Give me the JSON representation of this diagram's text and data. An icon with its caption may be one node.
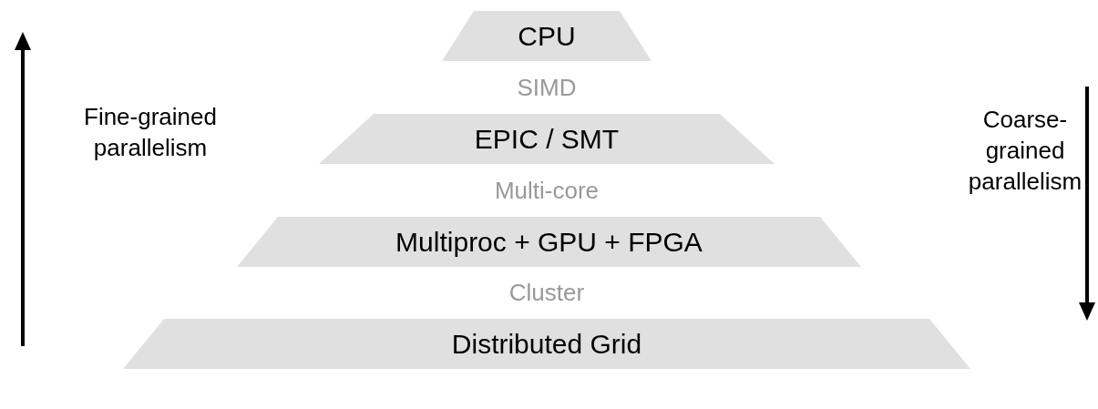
{
  "diagram": {
    "nodes": [
      {
        "text": [
          "CPU"
        ]
      },
      {
        "text": [
          "EPIC / SMT"
        ]
      },
      {
        "text": [
          "Multiproc + GPU + FPGA"
        ]
      },
      {
        "text": [
          "Distributed Grid"
        ]
      }
    ],
    "labels": [
      "SIMD",
      "Fine-grained parallelism",
      "Coarse-grained parallelism",
      "Multi-core",
      "Cluster"
    ]
  }
}
